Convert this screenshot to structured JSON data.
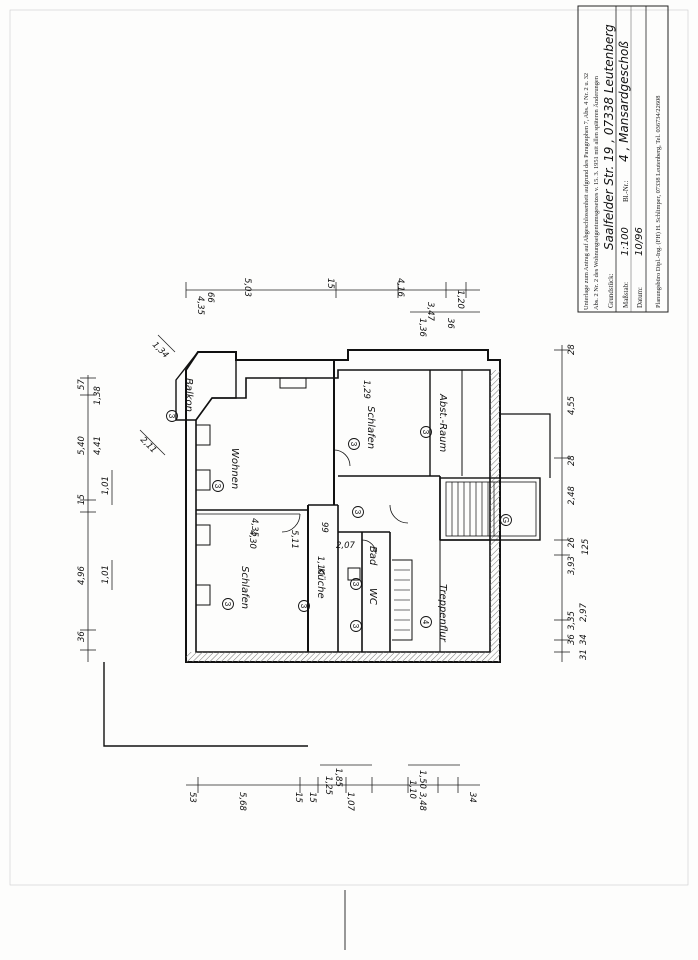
{
  "title_block": {
    "line1": "Unterlage zum Antrag auf Abgeschlossenheit aufgrund des Paragraphen 7, Abs. 4 Nr. 2 u. 32",
    "line2": "Abs. 2 Nr. 2 des Wohnungseigentumsgesetzes v. 15. 3. 1951 mit allen späteren Änderungen",
    "grundstueck_label": "Grundstück:",
    "grundstueck_value": "Saalfelder Str. 19 , 07338 Leutenberg",
    "massstab_label": "Maßstab:",
    "massstab_value": "1:100",
    "blnr_label": "Bl.-Nr.:",
    "blnr_value": "4 , Mansardgeschoß",
    "datum_label": "Datum:",
    "datum_value": "10/96",
    "office": "Planungsbüro Dipl.-Ing. (FH) H. Schlimper, 07338 Leutenberg, Tel. 036734/22608"
  },
  "rooms": [
    {
      "name": "Balkon",
      "number": "3"
    },
    {
      "name": "Wohnen",
      "number": "3"
    },
    {
      "name": "Schlafen",
      "number": "3"
    },
    {
      "name": "Küche",
      "number": "3"
    },
    {
      "name": "Bad",
      "number": "3"
    },
    {
      "name": "WC",
      "number": "3"
    },
    {
      "name": "Schlafen",
      "number": "3"
    },
    {
      "name": "Abst.-Raum",
      "number": "3"
    },
    {
      "name": "Treppenflur",
      "number": "4"
    },
    {
      "name": "",
      "number": "3"
    },
    {
      "name": "",
      "number": "G"
    }
  ],
  "dims": {
    "left_chain": [
      "4,96",
      "15",
      "5,40",
      "57",
      "36",
      "1,01",
      "1,01",
      "4,41",
      "1,38"
    ],
    "right_chain": [
      "3,35",
      "2,97",
      "3,93",
      "26",
      "2,48",
      "28",
      "4,55",
      "28",
      "125",
      "36",
      "34",
      "31"
    ],
    "top_chain": [
      "4,35",
      "5,03",
      "15",
      "4,16",
      "3,47",
      "1,36",
      "1,20",
      "36",
      "66"
    ],
    "bottom_chain": [
      "5,68",
      "3,48",
      "15",
      "1,85",
      "1,25",
      "1,07",
      "1,50",
      "1,10",
      "53",
      "15",
      "34"
    ],
    "inner": [
      "1,34",
      "2,11",
      "1,29",
      "99",
      "2,07",
      "1,10",
      "4,30",
      "4,35",
      "5,11"
    ]
  }
}
